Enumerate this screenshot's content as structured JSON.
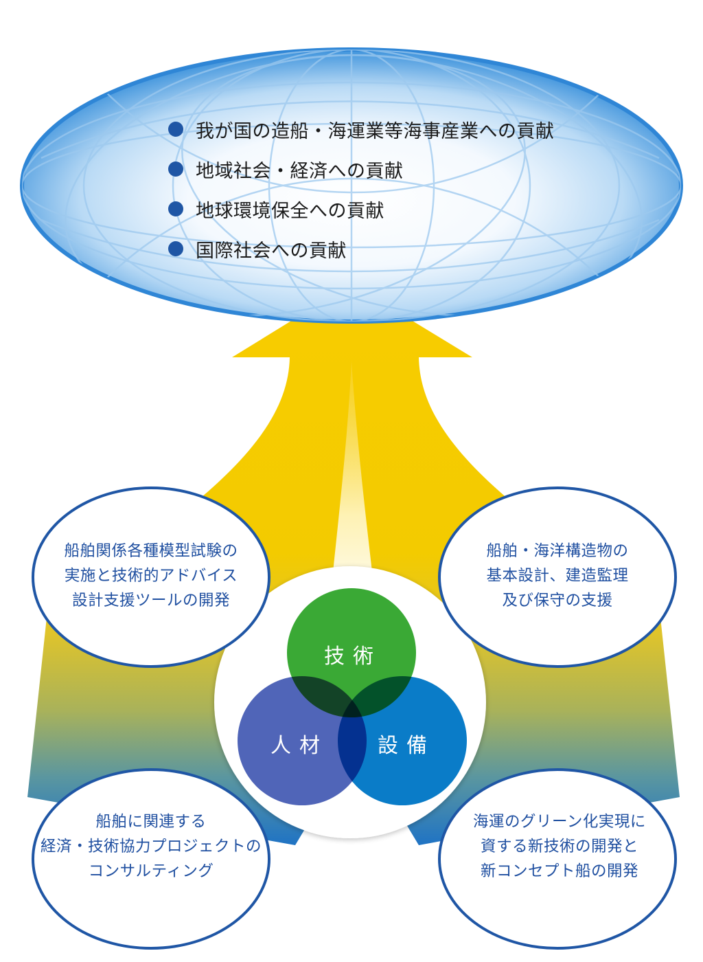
{
  "goals": [
    "我が国の造船・海運業等海事産業への貢献",
    "地域社会・経済への貢献",
    "地球環境保全への貢献",
    "国際社会への貢献"
  ],
  "activities": {
    "top_left": [
      "船舶関係各種模型試験の",
      "実施と技術的アドバイス",
      "設計支援ツールの開発"
    ],
    "top_right": [
      "船舶・海洋構造物の",
      "基本設計、建造監理",
      "及び保守の支援"
    ],
    "bottom_left": [
      "船舶に関連する",
      "経済・技術協力プロジェクトの",
      "コンサルティング"
    ],
    "bottom_right": [
      "海運のグリーン化実現に",
      "資する新技術の開発と",
      "新コンセプト船の開発"
    ]
  },
  "core": {
    "tech": "技術",
    "people": "人材",
    "facilities": "設備"
  },
  "colors": {
    "globe_edge": "#2f86d6",
    "globe_center": "#ffffff",
    "arrow_yellow": "#f8cc00",
    "arrow_blue": "#1f73c4",
    "oval_border": "#1f56a5",
    "oval_text": "#1f4fa0",
    "bullet": "#1f56a5",
    "tech_circle": "#3aa935",
    "people_circle": "#5065b8",
    "facilities_circle": "#0a7cc8"
  }
}
